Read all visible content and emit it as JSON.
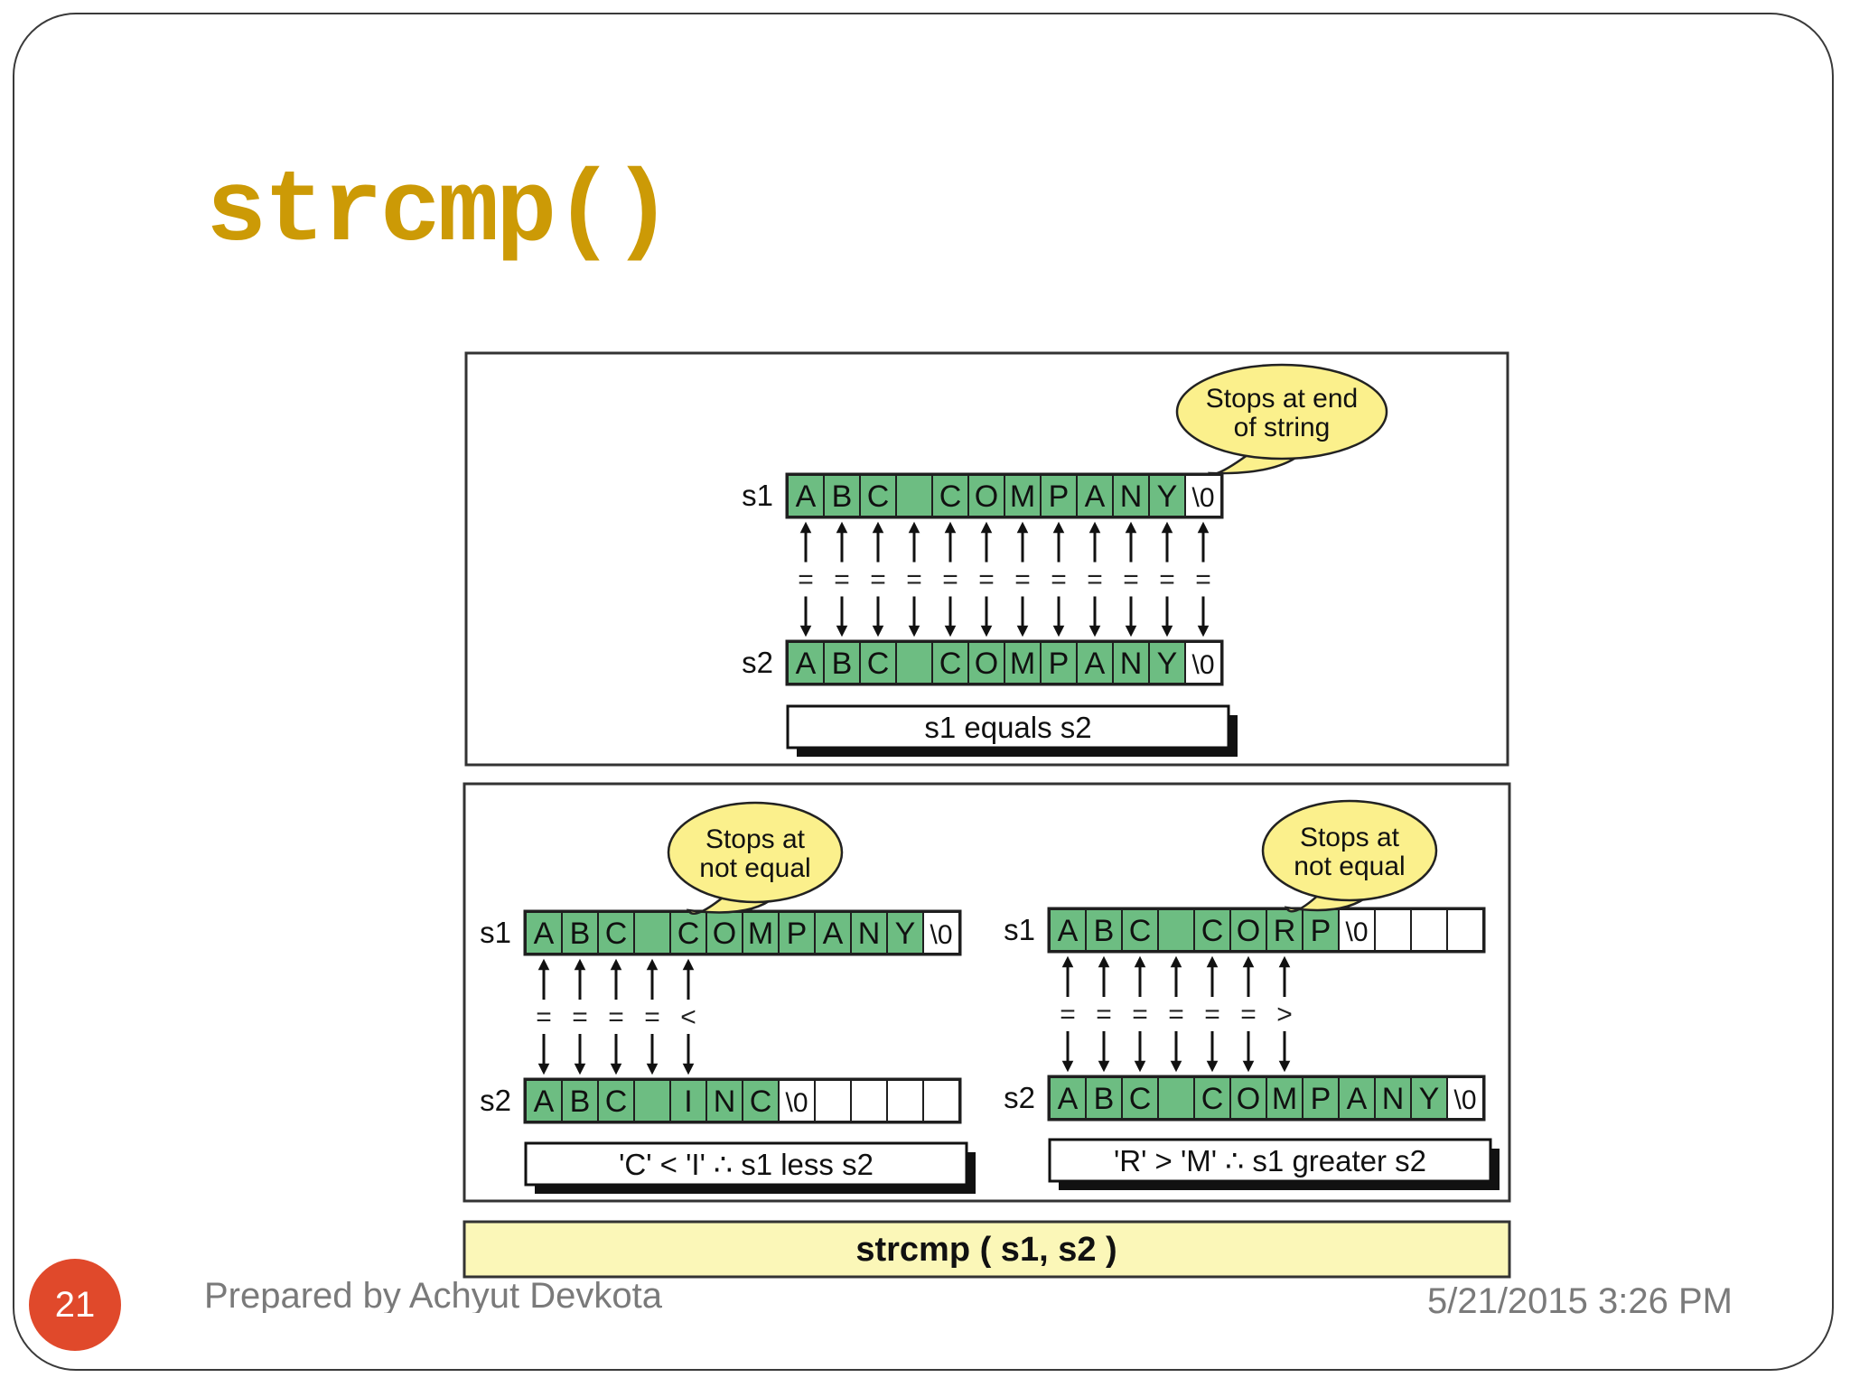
{
  "slide": {
    "title": "strcmp()",
    "number": "21",
    "footer_author": "Prepared by Achyut Devkota",
    "footer_date": "5/21/2015 3:26 PM"
  },
  "figure": {
    "colors": {
      "cell_green": "#6DBD82",
      "cell_white": "#FFFFFF",
      "bubble_yellow": "#FBF08C",
      "caption_yellow": "#FBF7B8",
      "title_gold": "#CC9A06",
      "slide_number_red": "#E0492B"
    },
    "panel_top": {
      "callout": [
        "Stops at end",
        "of string"
      ],
      "s1_label": "s1",
      "s2_label": "s2",
      "s1_cells": [
        "A",
        "B",
        "C",
        " ",
        "C",
        "O",
        "M",
        "P",
        "A",
        "N",
        "Y",
        "\\0"
      ],
      "s2_cells": [
        "A",
        "B",
        "C",
        " ",
        "C",
        "O",
        "M",
        "P",
        "A",
        "N",
        "Y",
        "\\0"
      ],
      "comparisons": [
        "=",
        "=",
        "=",
        "=",
        "=",
        "=",
        "=",
        "=",
        "=",
        "=",
        "=",
        "="
      ],
      "result": "s1 equals  s2"
    },
    "panel_left": {
      "callout": [
        "Stops at",
        "not equal"
      ],
      "s1_label": "s1",
      "s2_label": "s2",
      "s1_cells": [
        "A",
        "B",
        "C",
        " ",
        "C",
        "O",
        "M",
        "P",
        "A",
        "N",
        "Y",
        "\\0"
      ],
      "s2_cells": [
        "A",
        "B",
        "C",
        " ",
        "I",
        "N",
        "C",
        "\\0",
        "",
        "",
        "",
        ""
      ],
      "comparisons": [
        "=",
        "=",
        "=",
        "=",
        "<"
      ],
      "result": "'C'  <  'I'   ∴   s1 less s2"
    },
    "panel_right": {
      "callout": [
        "Stops at",
        "not equal"
      ],
      "s1_label": "s1",
      "s2_label": "s2",
      "s1_cells": [
        "A",
        "B",
        "C",
        " ",
        "C",
        "O",
        "R",
        "P",
        "\\0",
        "",
        "",
        ""
      ],
      "s2_cells": [
        "A",
        "B",
        "C",
        " ",
        "C",
        "O",
        "M",
        "P",
        "A",
        "N",
        "Y",
        "\\0"
      ],
      "comparisons": [
        "=",
        "=",
        "=",
        "=",
        "=",
        "=",
        ">"
      ],
      "result": "'R' > 'M'   ∴    s1 greater s2"
    },
    "caption": "strcmp ( s1, s2 )"
  }
}
